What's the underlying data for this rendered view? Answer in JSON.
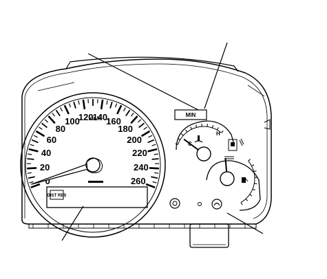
{
  "speedometer": {
    "unit": "km/h",
    "scale_min": 0,
    "scale_max": 260,
    "labels": [
      "0",
      "20",
      "40",
      "60",
      "80",
      "100",
      "120",
      "140",
      "160",
      "180",
      "200",
      "220",
      "240",
      "260"
    ],
    "needle_value": 3
  },
  "temperature_gauge": {
    "labels": [
      "C",
      "H"
    ],
    "needle_level": 0.15
  },
  "fuel_gauge": {
    "needle_level": 0.45
  },
  "warning_lamp_panel": {
    "text": "MIN"
  },
  "odometer_lamp": {
    "text": "DIST RES"
  }
}
